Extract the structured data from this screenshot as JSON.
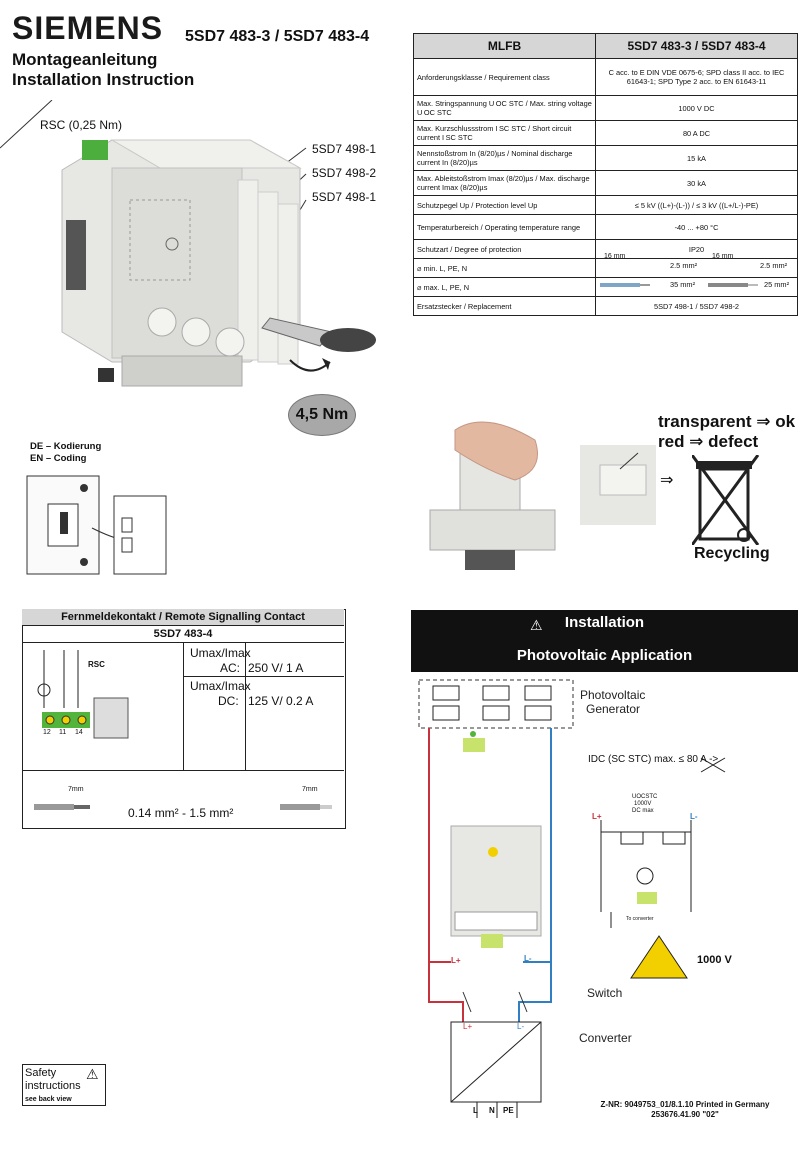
{
  "header": {
    "brand": "SIEMENS",
    "model": "5SD7 483-3 / 5SD7 483-4",
    "subtitle_de": "Montageanleitung",
    "subtitle_en": "Installation Instruction"
  },
  "product_labels": {
    "rsc": "RSC (0,25 Nm)",
    "cart1": "5SD7 498-1",
    "cart2": "5SD7 498-2",
    "cart3": "5SD7 498-1",
    "torque": "4,5 Nm"
  },
  "spec_table": {
    "col1": "MLFB",
    "col2": "5SD7 483-3 / 5SD7 483-4",
    "rows": [
      {
        "label": "Anforderungsklasse / Requirement class",
        "value": "C acc. to E DIN VDE 0675-6; SPD class II acc. to IEC 61643-1; SPD Type 2 acc. to EN 61643-11"
      },
      {
        "label": "Max. Stringspannung U OC STC / Max. string voltage U OC STC",
        "value": "1000 V DC"
      },
      {
        "label": "Max. Kurzschlussstrom I SC STC / Short circuit current I SC STC",
        "value": "80 A DC"
      },
      {
        "label": "Nennstoßstrom In (8/20)µs / Nominal discharge current In (8/20)µs",
        "value": "15 kA"
      },
      {
        "label": "Max. Ableitstoßstrom Imax (8/20)µs / Max. discharge current Imax (8/20)µs",
        "value": "30 kA"
      },
      {
        "label": "Schutzpegel Up / Protection level Up",
        "value": "≤ 5 kV ((L+)-(L-)) / ≤ 3 kV ((L+/L-)-PE)"
      },
      {
        "label": "Temperaturbereich / Operating temperature range",
        "value": "-40 ... +80 °C"
      },
      {
        "label": "Schutzart / Degree of protection",
        "value": "IP20"
      }
    ],
    "min_label": "⌀ min. L, PE, N",
    "max_label": "⌀ max. L, PE, N",
    "strip_a": "16 mm",
    "strip_b": "16 mm",
    "min_a": "2.5 mm²",
    "min_b": "2.5 mm²",
    "max_a": "35 mm²",
    "max_b": "25 mm²",
    "replacement_label": "Ersatzstecker / Replacement",
    "replacement_value": "5SD7 498-1 / 5SD7 498-2"
  },
  "coding": {
    "de": "DE –  Kodierung",
    "en": "EN –  Coding"
  },
  "status": {
    "line1": "transparent ⇒ ok",
    "line2": "red ⇒ defect",
    "arrow": "⇒",
    "recycling": "Recycling"
  },
  "remote": {
    "title": "Fernmeldekontakt / Remote Signalling Contact",
    "model": "5SD7 483-4",
    "rsc": "RSC",
    "terminals": [
      "12",
      "11",
      "14"
    ],
    "umax_label": "Umax/Imax",
    "ac_label": "AC:",
    "ac_value": "250 V/ 1 A",
    "dc_label": "DC:",
    "dc_value": "125 V/ 0.2 A",
    "strip1": "7mm",
    "strip2": "7mm",
    "cross_section": "0.14 mm² - 1.5 mm²"
  },
  "installation": {
    "title": "Installation",
    "subtitle": "Photovoltaic Application",
    "generator_line1": "Photovoltaic",
    "generator_line2": "Generator",
    "idc": "IDC (SC STC) max. ≤ 80 A ->",
    "uocstc": "UOCSTC",
    "v1000": "1000V",
    "dcmax": "DC max",
    "lplus": "L+",
    "lminus": "L-",
    "to_converter": "To converter",
    "voltage": "1000 V",
    "switch": "Switch",
    "converter": "Converter",
    "l": "L",
    "n": "N",
    "pe": "PE"
  },
  "safety": {
    "line1": "Safety",
    "line2": "instructions",
    "line3": "see back view"
  },
  "footer": {
    "line1": "Z-NR: 9049753_01/8.1.10 Printed in Germany",
    "line2": "253676.41.90 \"02\""
  },
  "colors": {
    "red_line": "#c8323c",
    "blue_line": "#2f7fc2",
    "green_terminal": "#52b43a",
    "yellow": "#f2d000",
    "header_gray": "#d6d6d6"
  }
}
